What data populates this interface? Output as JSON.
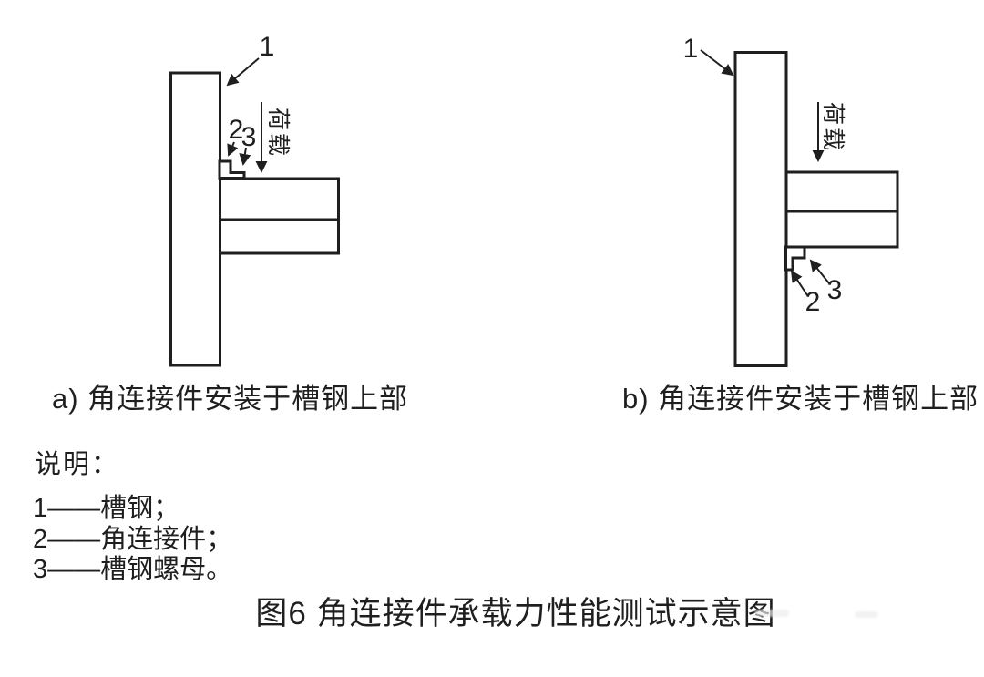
{
  "figure": {
    "title": "图6 角连接件承载力性能测试示意图",
    "captions": {
      "a": "a) 角连接件安装于槽钢上部",
      "b": "b) 角连接件安装于槽钢上部"
    },
    "legend": {
      "heading": "说明：",
      "items": [
        "1——槽钢；",
        "2——角连接件；",
        "3——槽钢螺母。"
      ]
    },
    "diagram_a": {
      "callout_1": "1",
      "callout_2": "2",
      "callout_3": "3",
      "load_label": "荷载"
    },
    "diagram_b": {
      "callout_1": "1",
      "callout_2": "2",
      "callout_3": "3",
      "load_label": "荷载"
    },
    "colors": {
      "line": "#1f1f1f",
      "background": "#ffffff"
    }
  }
}
